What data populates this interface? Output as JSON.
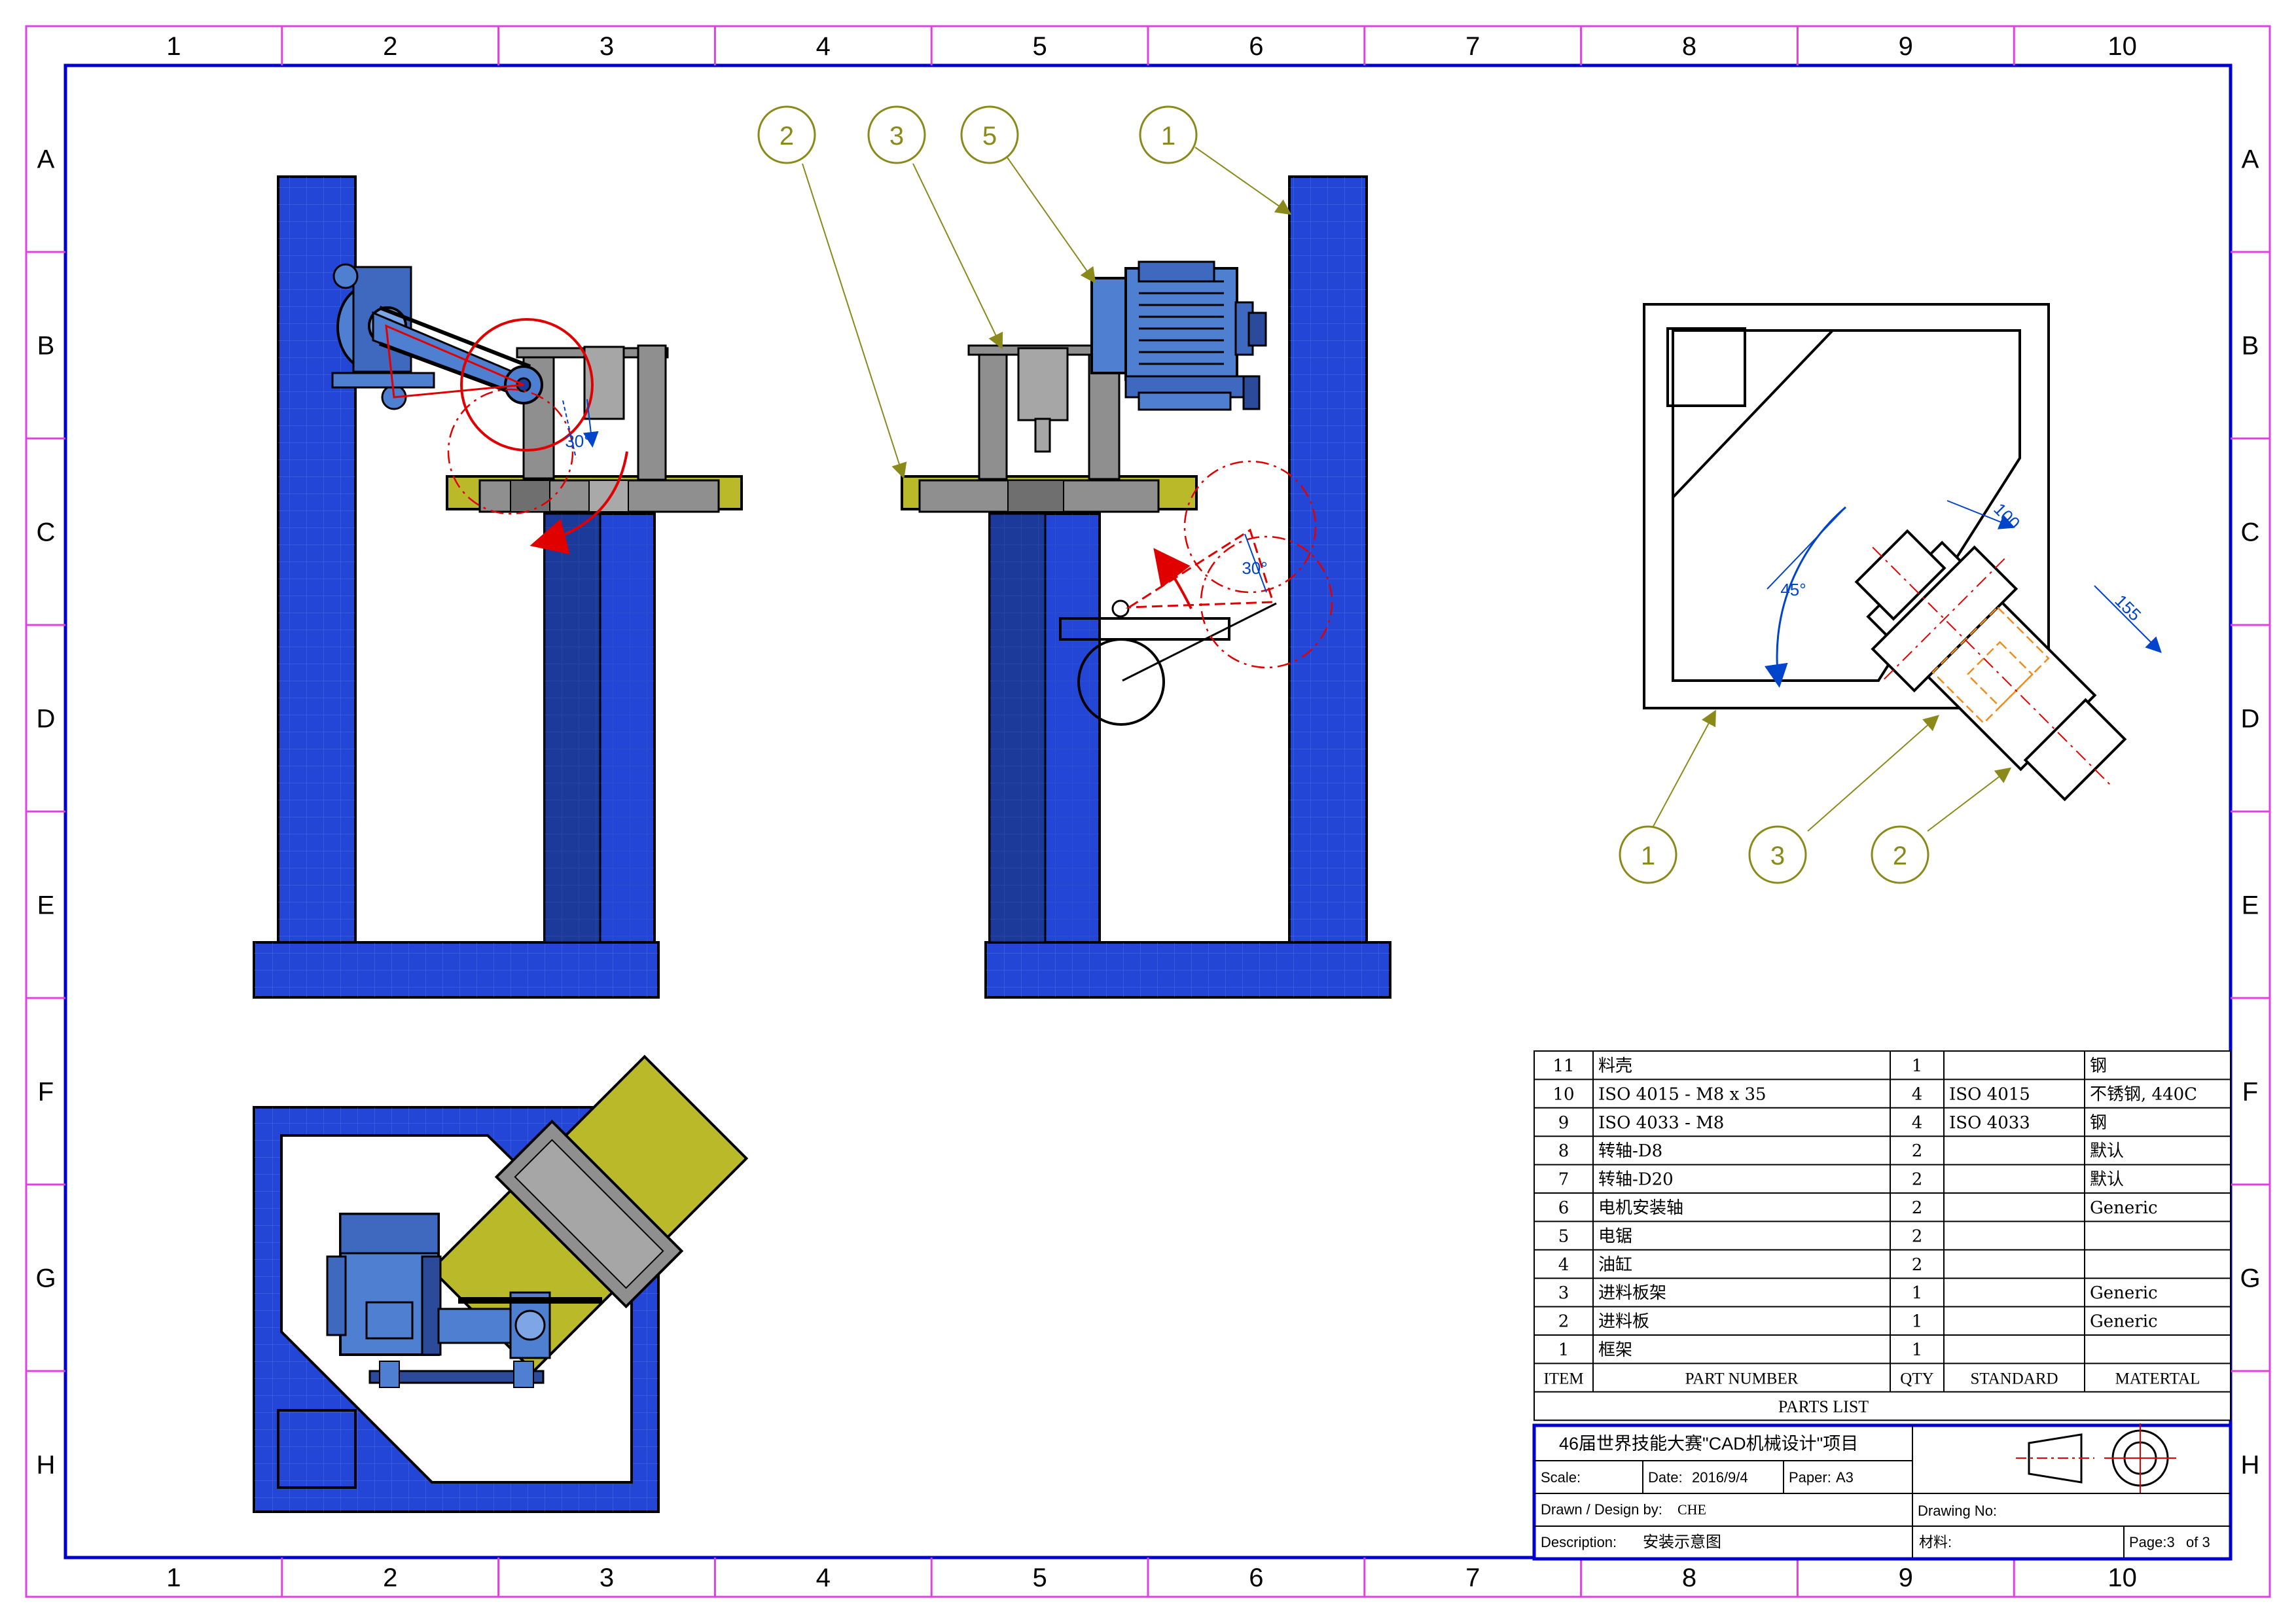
{
  "zones": {
    "columns": [
      "1",
      "2",
      "3",
      "4",
      "5",
      "6",
      "7",
      "8",
      "9",
      "10"
    ],
    "rows": [
      "A",
      "B",
      "C",
      "D",
      "E",
      "F",
      "G",
      "H"
    ]
  },
  "colors": {
    "frame": "#0000cc",
    "zone_border": "#e040e0",
    "frame_blue": "#2346d6",
    "frame_blue_dark": "#1c3a9a",
    "plate_olive": "#b9b92a",
    "metal_gray": "#8f8f8f",
    "motor_blue": "#4f7fd0",
    "balloon": "#8a8a1a",
    "section_red": "#e00000",
    "dimension_blue": "#0044cc",
    "hidden_orange": "#f08c1c"
  },
  "balloons": {
    "front_view": [
      "2",
      "3",
      "5",
      "1"
    ],
    "top_view": [
      "1",
      "3",
      "2"
    ]
  },
  "dimensions": {
    "left_angle": "30°",
    "right_angle": "30°",
    "rotation_angle": "45°",
    "width_a": "100",
    "width_b": "155"
  },
  "parts_list": {
    "caption": "PARTS LIST",
    "headers": [
      "ITEM",
      "PART NUMBER",
      "QTY",
      "STANDARD",
      "MATERTAL"
    ],
    "rows": [
      {
        "item": "11",
        "part": "料壳",
        "qty": "1",
        "standard": "",
        "material": "钢"
      },
      {
        "item": "10",
        "part": "ISO 4015 - M8 x 35",
        "qty": "4",
        "standard": "ISO 4015",
        "material": "不锈钢, 440C"
      },
      {
        "item": "9",
        "part": "ISO 4033 - M8",
        "qty": "4",
        "standard": "ISO 4033",
        "material": "钢"
      },
      {
        "item": "8",
        "part": "转轴-D8",
        "qty": "2",
        "standard": "",
        "material": "默认"
      },
      {
        "item": "7",
        "part": "转轴-D20",
        "qty": "2",
        "standard": "",
        "material": "默认"
      },
      {
        "item": "6",
        "part": "电机安装轴",
        "qty": "2",
        "standard": "",
        "material": "Generic"
      },
      {
        "item": "5",
        "part": "电锯",
        "qty": "2",
        "standard": "",
        "material": ""
      },
      {
        "item": "4",
        "part": "油缸",
        "qty": "2",
        "standard": "",
        "material": ""
      },
      {
        "item": "3",
        "part": "进料板架",
        "qty": "1",
        "standard": "",
        "material": "Generic"
      },
      {
        "item": "2",
        "part": "进料板",
        "qty": "1",
        "standard": "",
        "material": "Generic"
      },
      {
        "item": "1",
        "part": "框架",
        "qty": "1",
        "standard": "",
        "material": ""
      }
    ]
  },
  "title_block": {
    "title": "46届世界技能大赛\"CAD机械设计\"项目",
    "scale_label": "Scale:",
    "date_label": "Date:",
    "date_value": "2016/9/4",
    "paper_label": "Paper:",
    "paper_value": "A3",
    "drawn_label": "Drawn / Design by:",
    "drawn_value": "CHE",
    "drawing_no_label": "Drawing No:",
    "description_label": "Description:",
    "description_value": "安装示意图",
    "material_label": "材料:",
    "page_label": "Page:3",
    "page_total": "of 3"
  }
}
